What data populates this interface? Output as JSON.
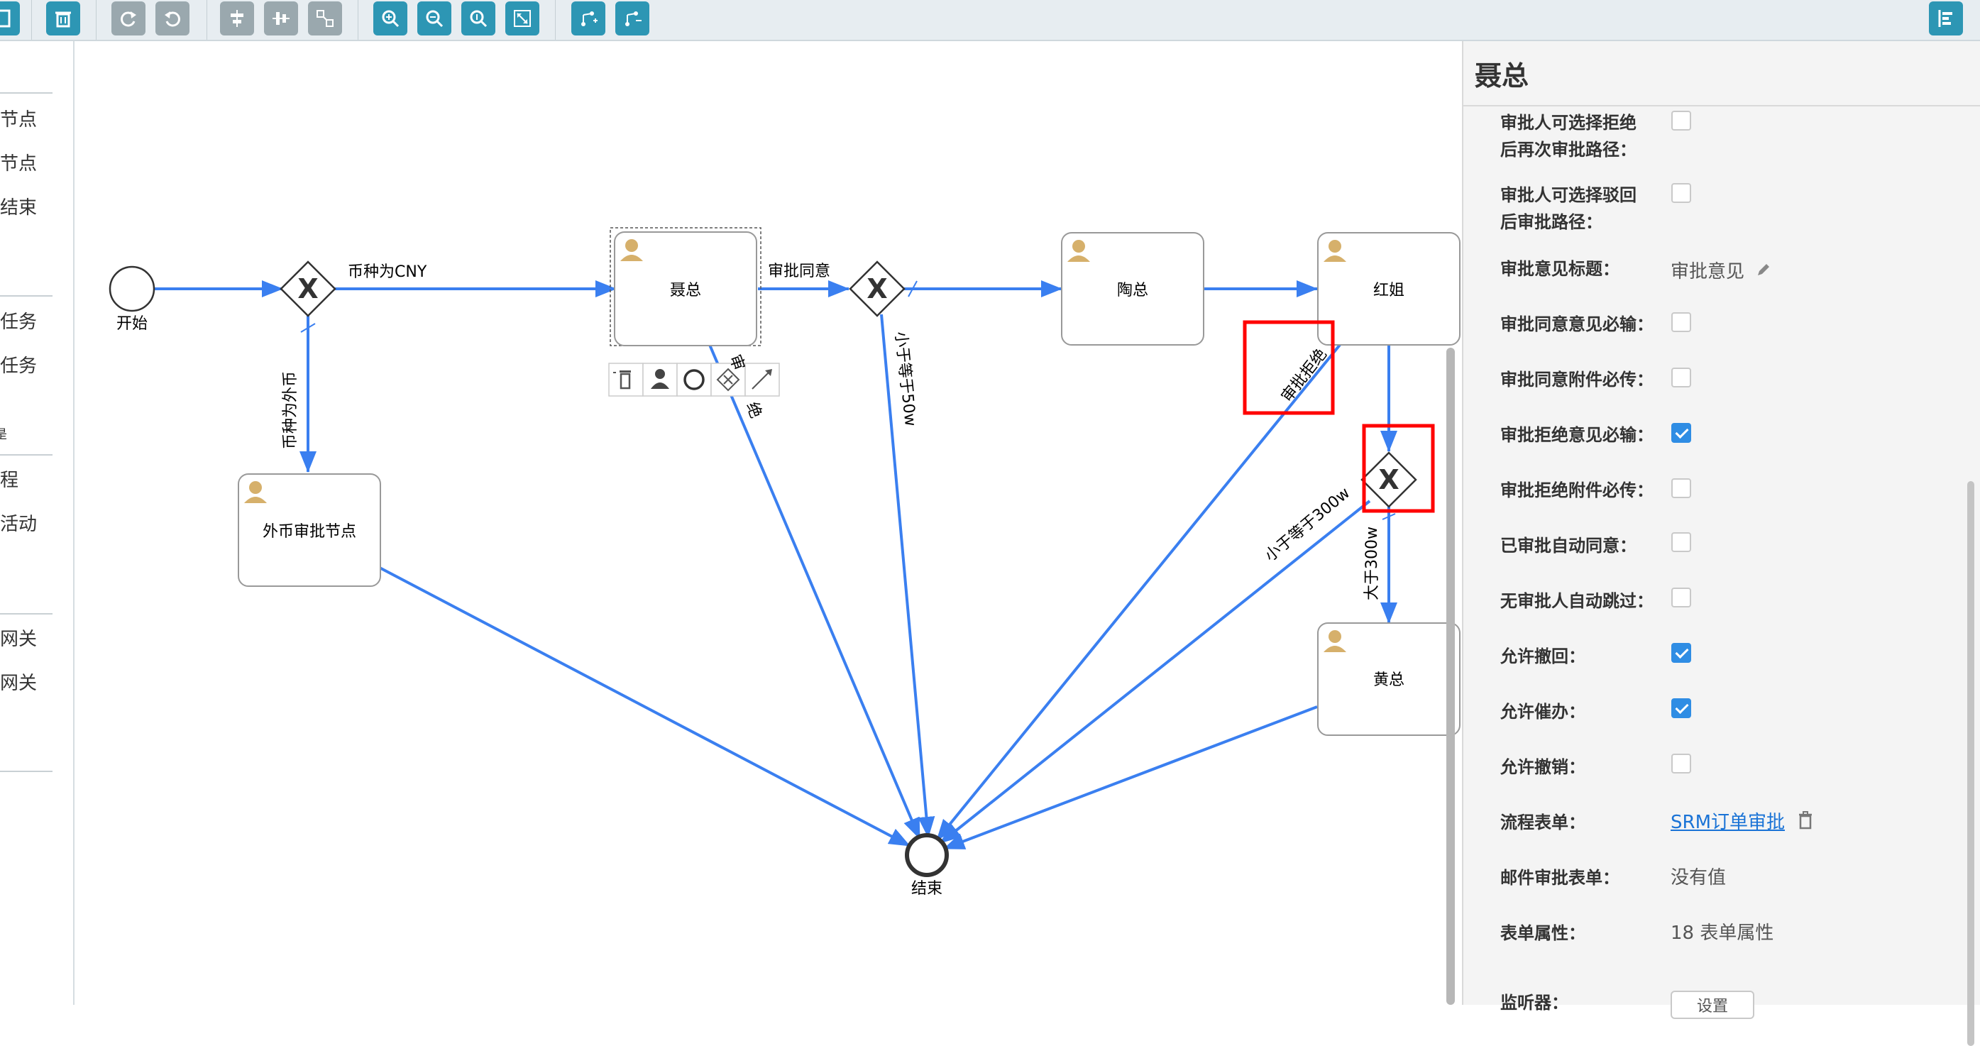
{
  "toolbar": {
    "buttons": [
      "save-icon",
      "delete-icon",
      "redo-icon",
      "undo-icon",
      "align-horizontal-icon",
      "align-vertical-icon",
      "same-size-icon",
      "zoom-in-icon",
      "zoom-out-icon",
      "zoom-actual-icon",
      "zoom-fit-icon",
      "add-bendpoint-icon",
      "remove-bendpoint-icon",
      "toggle-panel-icon"
    ]
  },
  "palette": {
    "items": [
      "节点",
      "节点",
      "结束",
      "任务",
      "任务",
      "是",
      "程",
      "活动",
      "网关",
      "网关"
    ]
  },
  "diagram": {
    "nodes": {
      "start": "开始",
      "end": "结束",
      "niezong": "聂总",
      "waibi": "外币审批节点",
      "taozong": "陶总",
      "hongjie": "红姐",
      "huangzong": "黄总"
    },
    "gateway_symbol": "X",
    "edge_labels": {
      "cny": "币种为CNY",
      "foreign": "币种为外币",
      "approve": "审批同意",
      "reject_partial_1": "审",
      "reject_partial_2": "绝",
      "lt50": "小于等于50w",
      "reject": "审批拒绝",
      "lte300": "小于等于300w",
      "gt300": "大于300w"
    },
    "highlight_color": "#ff0000",
    "edge_color": "#3a7ff0"
  },
  "panel": {
    "title": "聂总",
    "rows": [
      {
        "label": "审批人可选择拒绝",
        "label2": "后再次审批路径：",
        "type": "checkbox",
        "checked": false
      },
      {
        "label": "审批人可选择驳回",
        "label2": "后审批路径：",
        "type": "checkbox",
        "checked": false
      },
      {
        "label": "审批意见标题：",
        "type": "text",
        "value": "审批意见"
      },
      {
        "label": "审批同意意见必输：",
        "type": "checkbox",
        "checked": false
      },
      {
        "label": "审批同意附件必传：",
        "type": "checkbox",
        "checked": false
      },
      {
        "label": "审批拒绝意见必输：",
        "type": "checkbox",
        "checked": true
      },
      {
        "label": "审批拒绝附件必传：",
        "type": "checkbox",
        "checked": false
      },
      {
        "label": "已审批自动同意：",
        "type": "checkbox",
        "checked": false
      },
      {
        "label": "无审批人自动跳过：",
        "type": "checkbox",
        "checked": false
      },
      {
        "label": "允许撤回：",
        "type": "checkbox",
        "checked": true
      },
      {
        "label": "允许催办：",
        "type": "checkbox",
        "checked": true
      },
      {
        "label": "允许撤销：",
        "type": "checkbox",
        "checked": false
      },
      {
        "label": "流程表单：",
        "type": "link",
        "value": "SRM订单审批"
      },
      {
        "label": "邮件审批表单：",
        "type": "text",
        "value": "没有值"
      },
      {
        "label": "表单属性：",
        "type": "text",
        "value": "18 表单属性"
      },
      {
        "label": "监听器：",
        "type": "button",
        "value": "设置"
      }
    ]
  }
}
